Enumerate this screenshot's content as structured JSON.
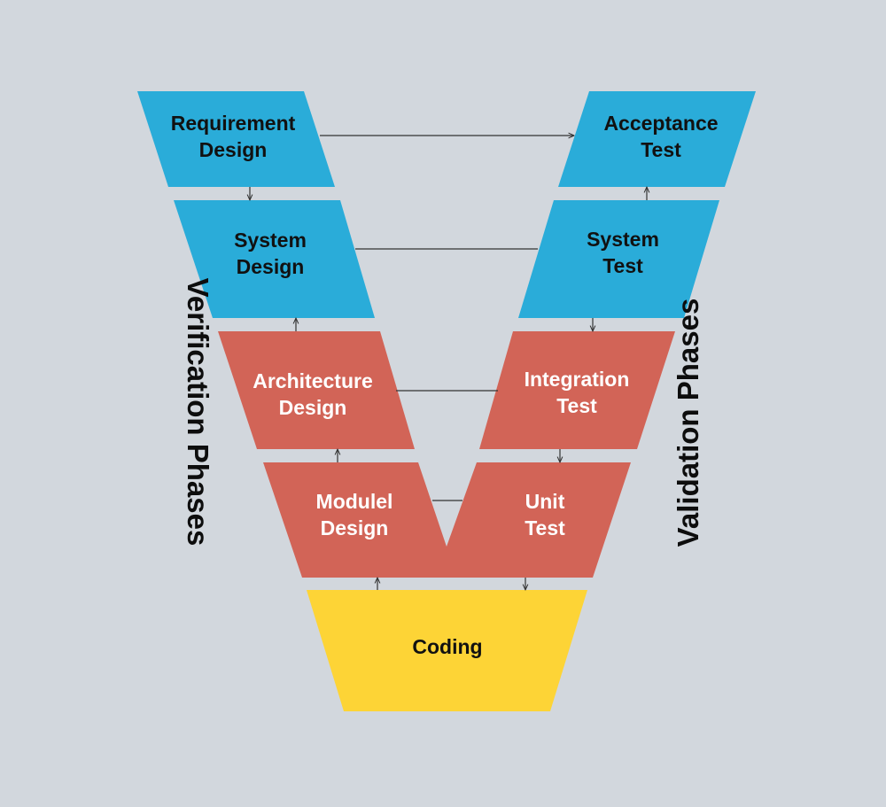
{
  "colors": {
    "background": "#d2d7dd",
    "design_blue": "#2aacd9",
    "test_red": "#d26457",
    "coding_yellow": "#fdd436",
    "connector": "#333333"
  },
  "phases": {
    "verification_label": "Verification Phases",
    "validation_label": "Validation Phases"
  },
  "boxes": {
    "requirement_design": "Requirement\nDesign",
    "system_design": "System\nDesign",
    "architecture_design": "Architecture\nDesign",
    "module_design": "Modulel\nDesign",
    "acceptance_test": "Acceptance\nTest",
    "system_test": "System\nTest",
    "integration_test": "Integration\nTest",
    "unit_test": "Unit\nTest",
    "coding": "Coding"
  }
}
